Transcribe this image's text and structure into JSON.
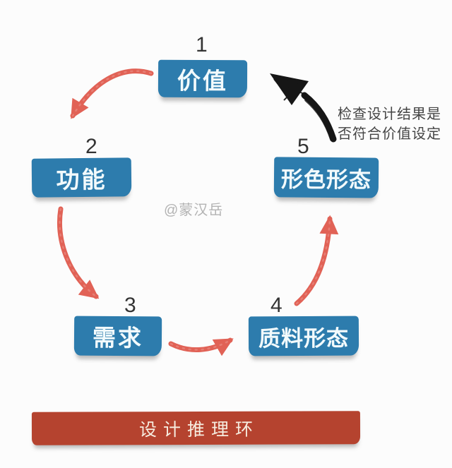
{
  "canvas": {
    "background": "#fcfcfc"
  },
  "diagram": {
    "watermark": "@蒙汉岳",
    "nodes": [
      {
        "number": "1",
        "label": "价值"
      },
      {
        "number": "2",
        "label": "功能"
      },
      {
        "number": "3",
        "label": "需求"
      },
      {
        "number": "4",
        "label": "质料形态"
      },
      {
        "number": "5",
        "label": "形色形态"
      }
    ],
    "feedback_note": {
      "line1": "检查设计结果是",
      "line2": "否符合价值设定"
    },
    "banner": {
      "label": "设计推理环"
    },
    "colors": {
      "canvas_bg": "#fcfcfc",
      "node_fill": "#2d7cad",
      "node_text": "#f2fafc",
      "arrow_red": "#e05a4e",
      "arrow_black": "#161616",
      "banner_fill": "#b5432f",
      "banner_text": "#f6ecdf",
      "number_color": "#333333",
      "note_color": "#454545",
      "watermark_color": "#b3b3b3"
    }
  }
}
